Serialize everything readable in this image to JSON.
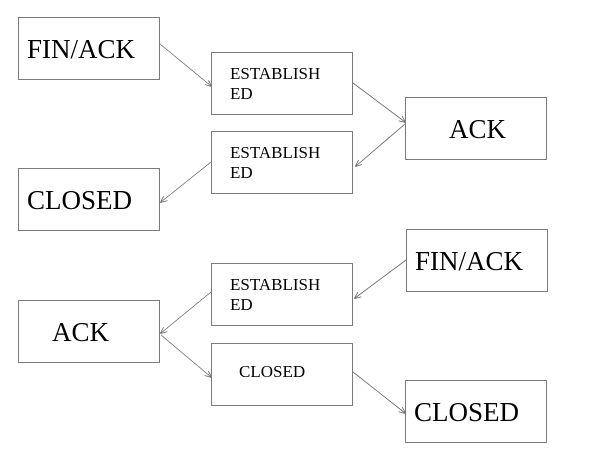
{
  "diagram": {
    "top": {
      "left_start": "FIN/ACK",
      "middle_upper": "ESTABLISH\nED",
      "right": "ACK",
      "middle_lower": "ESTABLISH\nED",
      "left_end": "CLOSED"
    },
    "bottom": {
      "left_start": "ACK",
      "middle_upper": "ESTABLISH\nED",
      "right_upper": "FIN/ACK",
      "middle_lower": "CLOSED",
      "right_lower": "CLOSED"
    }
  }
}
